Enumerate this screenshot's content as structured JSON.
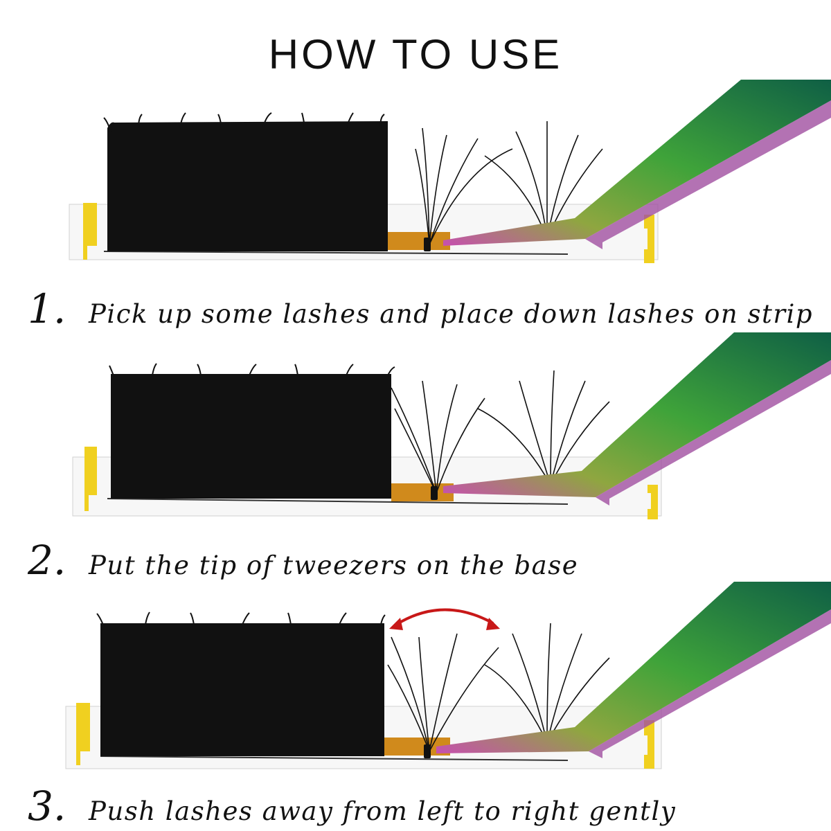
{
  "title": "HOW TO USE",
  "steps": [
    {
      "number": "1.",
      "text": "Pick up some lashes and place down lashes on strip"
    },
    {
      "number": "2.",
      "text": "Put the tip of tweezers on the base"
    },
    {
      "number": "3.",
      "text": "Push lashes away from left to right gently"
    }
  ],
  "colors": {
    "lash": "#111111",
    "strip_tape": "#d08a1c",
    "strip_marker": "#f0d020",
    "tweezer_green": "#3fa33a",
    "tweezer_pink": "#c74fb0",
    "arrow": "#c81818",
    "background": "#ffffff"
  }
}
